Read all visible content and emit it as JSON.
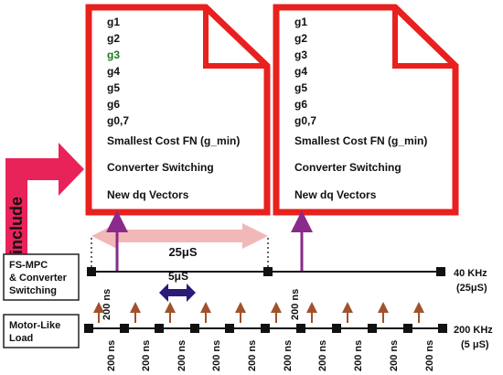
{
  "documents": [
    {
      "lines": [
        "g1",
        "g2",
        "g3",
        "g4",
        "g5",
        "g6",
        "g0,7"
      ],
      "line_colors": [
        "#111111",
        "#111111",
        "#1a7a1a",
        "#111111",
        "#111111",
        "#111111",
        "#111111"
      ],
      "rows": [
        "Smallest Cost FN (g_min)",
        "Converter Switching",
        "New dq Vectors"
      ]
    },
    {
      "lines": [
        "g1",
        "g2",
        "g3",
        "g4",
        "g5",
        "g6",
        "g0,7"
      ],
      "line_colors": [
        "#111111",
        "#111111",
        "#111111",
        "#111111",
        "#111111",
        "#111111",
        "#111111"
      ],
      "rows": [
        "Smallest Cost FN (g_min)",
        "Converter Switching",
        "New dq Vectors"
      ]
    }
  ],
  "include_label": "include",
  "period_label": "25μS",
  "motor_period_label": "5μS",
  "timelines": {
    "fs_mpc": {
      "label_lines": [
        "FS-MPC",
        "& Converter",
        "Switching"
      ],
      "pulse_label": "200 ns",
      "freq_label": "40 KHz",
      "period_note": "(25μS)"
    },
    "motor": {
      "label_lines": [
        "Motor-Like",
        "Load"
      ],
      "pulse_label": "200 ns",
      "freq_label": "200 KHz",
      "period_note": "(5 μS)"
    }
  },
  "colors": {
    "doc_border": "#e8201e",
    "include_arrow": "#e8235a",
    "period_arrow": "#f2b8b8",
    "up_arrow": "#8a2a8a",
    "small_arrow": "#a0522d",
    "motor_arrow": "#2a1a7a"
  }
}
